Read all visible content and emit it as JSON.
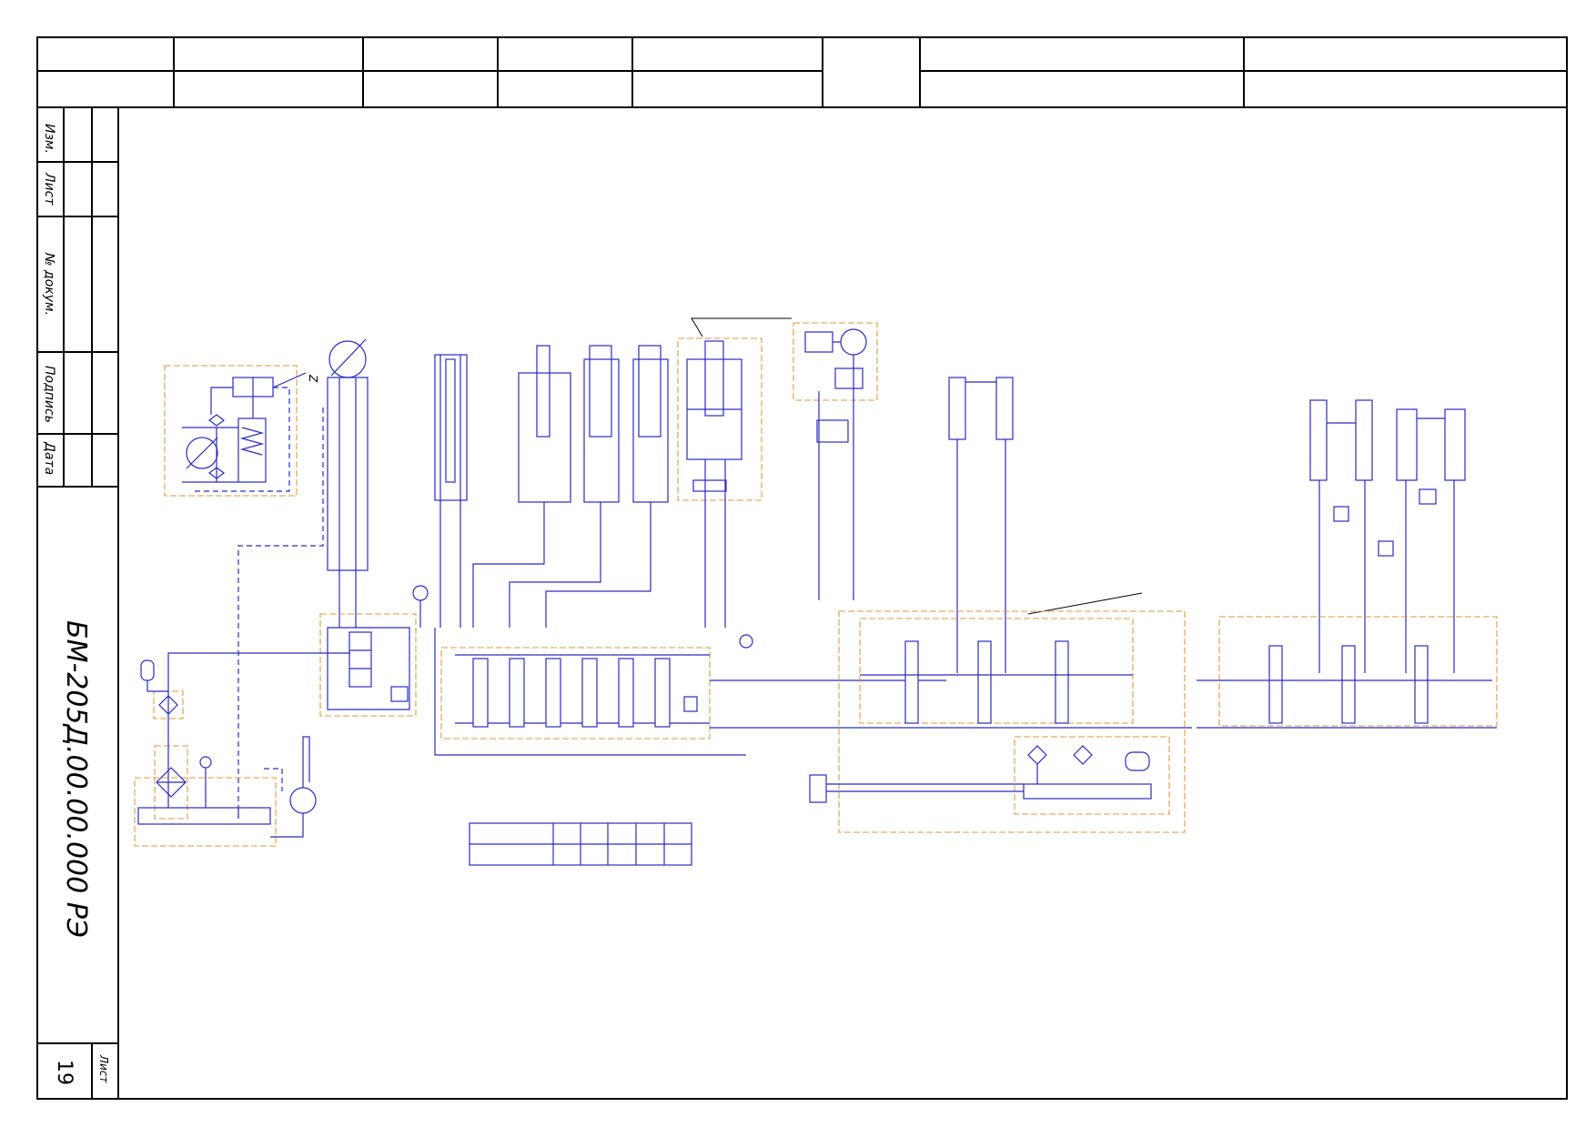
{
  "stamp": {
    "labels": {
      "izm": "Изм.",
      "list": "Лист",
      "doc_no": "№ докум.",
      "sign": "Подпись",
      "date": "Дата"
    },
    "document_code": "БМ-205Д.00.00.000 РЭ",
    "sheet_label": "Лист",
    "sheet_number": "19"
  },
  "diagram": {
    "marker_z": "Z"
  },
  "colors": {
    "frame": "#000000",
    "hydraulic_lines": "#2b2bbf",
    "assembly_boundaries": "#d99a4a"
  }
}
